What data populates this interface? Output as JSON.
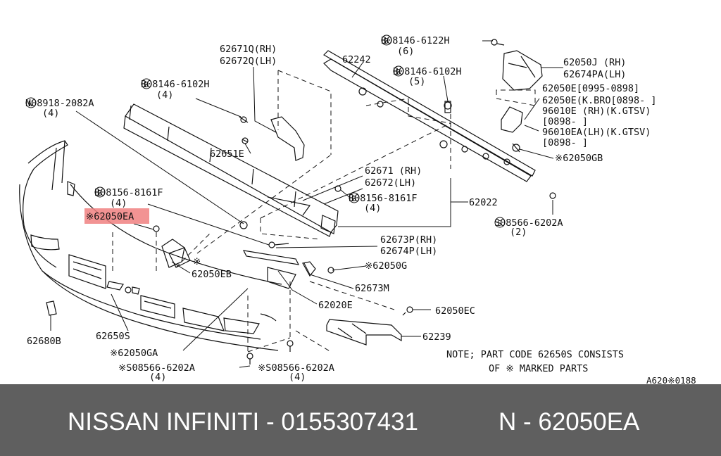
{
  "diagram": {
    "highlight_color": "#f08080",
    "labels": [
      {
        "id": "l1",
        "text": "62671Q(RH)"
      },
      {
        "id": "l2",
        "text": "62672Q(LH)"
      },
      {
        "id": "l3",
        "text": "62242"
      },
      {
        "id": "l4",
        "text": "B08146-6122H"
      },
      {
        "id": "l5",
        "text": "(6)"
      },
      {
        "id": "l6",
        "text": "62050J (RH)"
      },
      {
        "id": "l7",
        "text": "62674PA(LH)"
      },
      {
        "id": "l8",
        "text": "B08146-6102H"
      },
      {
        "id": "l9",
        "text": "(5)"
      },
      {
        "id": "l10",
        "text": "62050E[0995-0898]"
      },
      {
        "id": "l11",
        "text": "62050E(K.BRO[0898-     ]"
      },
      {
        "id": "l12",
        "text": "96010E (RH)(K.GTSV)"
      },
      {
        "id": "l13",
        "text": "[0898-     ]"
      },
      {
        "id": "l14",
        "text": "96010EA(LH)(K.GTSV)"
      },
      {
        "id": "l15",
        "text": "[0898-     ]"
      },
      {
        "id": "l16",
        "text": "※62050GB"
      },
      {
        "id": "l17",
        "text": "B08146-6102H"
      },
      {
        "id": "l18",
        "text": "(4)"
      },
      {
        "id": "l19",
        "text": "N08918-2082A"
      },
      {
        "id": "l20",
        "text": "(4)"
      },
      {
        "id": "l21",
        "text": "62651E"
      },
      {
        "id": "l22",
        "text": "62671 (RH)"
      },
      {
        "id": "l23",
        "text": "62672(LH)"
      },
      {
        "id": "l24",
        "text": "B08156-8161F"
      },
      {
        "id": "l25",
        "text": "(4)"
      },
      {
        "id": "l26",
        "text": "62022"
      },
      {
        "id": "l27",
        "text": "B08156-8161F"
      },
      {
        "id": "l28",
        "text": "(4)"
      },
      {
        "id": "l29",
        "text": "※62050EA"
      },
      {
        "id": "l30",
        "text": "S08566-6202A"
      },
      {
        "id": "l31",
        "text": "(2)"
      },
      {
        "id": "l32",
        "text": "62673P(RH)"
      },
      {
        "id": "l33",
        "text": "62674P(LH)"
      },
      {
        "id": "l34",
        "text": "※"
      },
      {
        "id": "l35",
        "text": "62050EB"
      },
      {
        "id": "l36",
        "text": "※62050G"
      },
      {
        "id": "l37",
        "text": "62673M"
      },
      {
        "id": "l38",
        "text": "62020E"
      },
      {
        "id": "l39",
        "text": "62050EC"
      },
      {
        "id": "l40",
        "text": "62680B"
      },
      {
        "id": "l41",
        "text": "62650S"
      },
      {
        "id": "l42",
        "text": "62239"
      },
      {
        "id": "l43",
        "text": "※62050GA"
      },
      {
        "id": "l44",
        "text": "※S08566-6202A"
      },
      {
        "id": "l45",
        "text": "(4)"
      },
      {
        "id": "l46",
        "text": "※S08566-6202A"
      },
      {
        "id": "l47",
        "text": "(4)"
      },
      {
        "id": "l48",
        "text": "NOTE; PART CODE 62650S CONSISTS"
      },
      {
        "id": "l49",
        "text": "OF ※ MARKED PARTS"
      },
      {
        "id": "l50",
        "text": "A620※0188"
      }
    ]
  },
  "banner": {
    "left_text": "NISSAN  INFINITI - 0155307431",
    "right_text": "N - 62050EA",
    "background": "#5f5f5f",
    "text_color": "#ffffff"
  }
}
